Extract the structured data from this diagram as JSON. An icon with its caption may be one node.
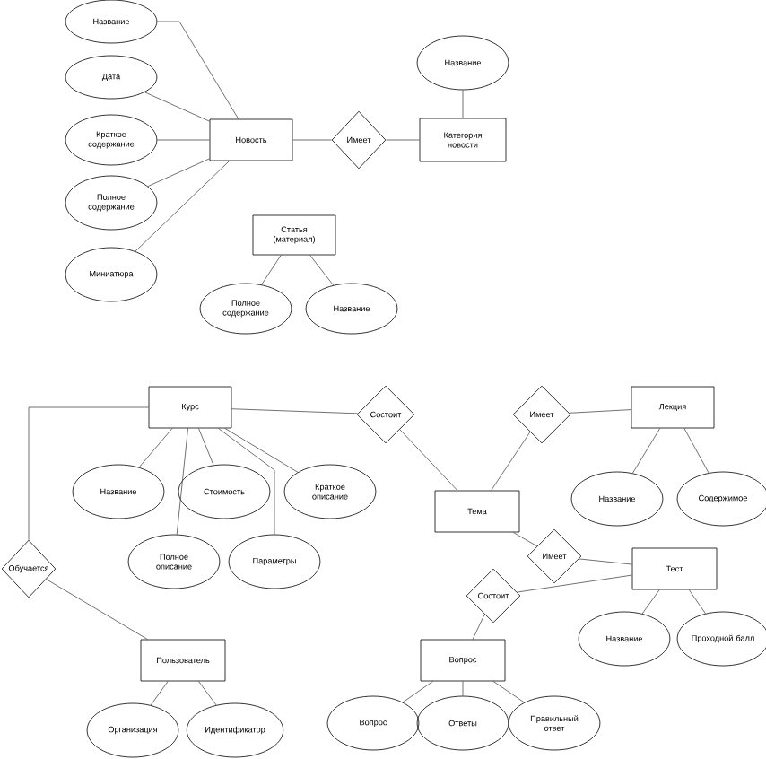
{
  "diagram": {
    "nodes": [
      {
        "text": [
          "Название"
        ]
      },
      {
        "text": [
          "Дата"
        ]
      },
      {
        "text": [
          "Краткое содержание"
        ]
      },
      {
        "text": [
          "Полное содержание"
        ]
      },
      {
        "text": [
          "Миниатюра"
        ]
      },
      {
        "text": [
          "Новость"
        ]
      },
      {
        "text": [
          "Имеет"
        ]
      },
      {
        "text": [
          "Название"
        ]
      },
      {
        "text": [
          "Категория новости"
        ]
      },
      {
        "text": [
          "Статья (материал)"
        ]
      },
      {
        "text": [
          "Полное содержание"
        ]
      },
      {
        "text": [
          "Название"
        ]
      },
      {
        "text": [
          "Курс"
        ]
      },
      {
        "text": [
          "Состоит"
        ]
      },
      {
        "text": [
          "Имеет"
        ]
      },
      {
        "text": [
          "Лекция"
        ]
      },
      {
        "text": [
          "Название"
        ]
      },
      {
        "text": [
          "Стоимость"
        ]
      },
      {
        "text": [
          "Краткое описание"
        ]
      },
      {
        "text": [
          "Полное описание"
        ]
      },
      {
        "text": [
          "Параметры"
        ]
      },
      {
        "text": [
          "Тема"
        ]
      },
      {
        "text": [
          "Название"
        ]
      },
      {
        "text": [
          "Содержимое"
        ]
      },
      {
        "text": [
          "Обучается"
        ]
      },
      {
        "text": [
          "Имеет"
        ]
      },
      {
        "text": [
          "Тест"
        ]
      },
      {
        "text": [
          "Состоит"
        ]
      },
      {
        "text": [
          "Пользователь"
        ]
      },
      {
        "text": [
          "Название"
        ]
      },
      {
        "text": [
          "Проходной балл"
        ]
      },
      {
        "text": [
          "Вопрос"
        ]
      },
      {
        "text": [
          "Организация"
        ]
      },
      {
        "text": [
          "Идентификатор"
        ]
      },
      {
        "text": [
          "Вопрос"
        ]
      },
      {
        "text": [
          "Ответы"
        ]
      },
      {
        "text": [
          "Правильный ответ"
        ]
      }
    ],
    "edges": [
      {
        "from": 0,
        "to": 5,
        "arrow": "none"
      },
      {
        "from": 1,
        "to": 5,
        "arrow": "none"
      },
      {
        "from": 2,
        "to": 5,
        "arrow": "none"
      },
      {
        "from": 3,
        "to": 5,
        "arrow": "none"
      },
      {
        "from": 4,
        "to": 5,
        "arrow": "none"
      },
      {
        "from": 5,
        "to": 6,
        "arrow": "none"
      },
      {
        "from": 6,
        "to": 8,
        "arrow": "none"
      },
      {
        "from": 7,
        "to": 8,
        "arrow": "none"
      },
      {
        "from": 9,
        "to": 10,
        "arrow": "none"
      },
      {
        "from": 9,
        "to": 11,
        "arrow": "none"
      },
      {
        "from": 12,
        "to": 16,
        "arrow": "none"
      },
      {
        "from": 12,
        "to": 17,
        "arrow": "none"
      },
      {
        "from": 12,
        "to": 18,
        "arrow": "none"
      },
      {
        "from": 12,
        "to": 19,
        "arrow": "none"
      },
      {
        "from": 12,
        "to": 20,
        "arrow": "none"
      },
      {
        "from": 12,
        "to": 13,
        "arrow": "none"
      },
      {
        "from": 13,
        "to": 21,
        "arrow": "none"
      },
      {
        "from": 21,
        "to": 14,
        "arrow": "none"
      },
      {
        "from": 14,
        "to": 15,
        "arrow": "none"
      },
      {
        "from": 15,
        "to": 22,
        "arrow": "none"
      },
      {
        "from": 15,
        "to": 23,
        "arrow": "none"
      },
      {
        "from": 12,
        "to": 24,
        "arrow": "none"
      },
      {
        "from": 24,
        "to": 28,
        "arrow": "none"
      },
      {
        "from": 21,
        "to": 25,
        "arrow": "none"
      },
      {
        "from": 25,
        "to": 26,
        "arrow": "none"
      },
      {
        "from": 26,
        "to": 27,
        "arrow": "none"
      },
      {
        "from": 26,
        "to": 29,
        "arrow": "none"
      },
      {
        "from": 26,
        "to": 30,
        "arrow": "none"
      },
      {
        "from": 27,
        "to": 31,
        "arrow": "none"
      },
      {
        "from": 28,
        "to": 32,
        "arrow": "none"
      },
      {
        "from": 28,
        "to": 33,
        "arrow": "none"
      },
      {
        "from": 31,
        "to": 34,
        "arrow": "none"
      },
      {
        "from": 31,
        "to": 35,
        "arrow": "none"
      },
      {
        "from": 31,
        "to": 36,
        "arrow": "none"
      }
    ]
  }
}
